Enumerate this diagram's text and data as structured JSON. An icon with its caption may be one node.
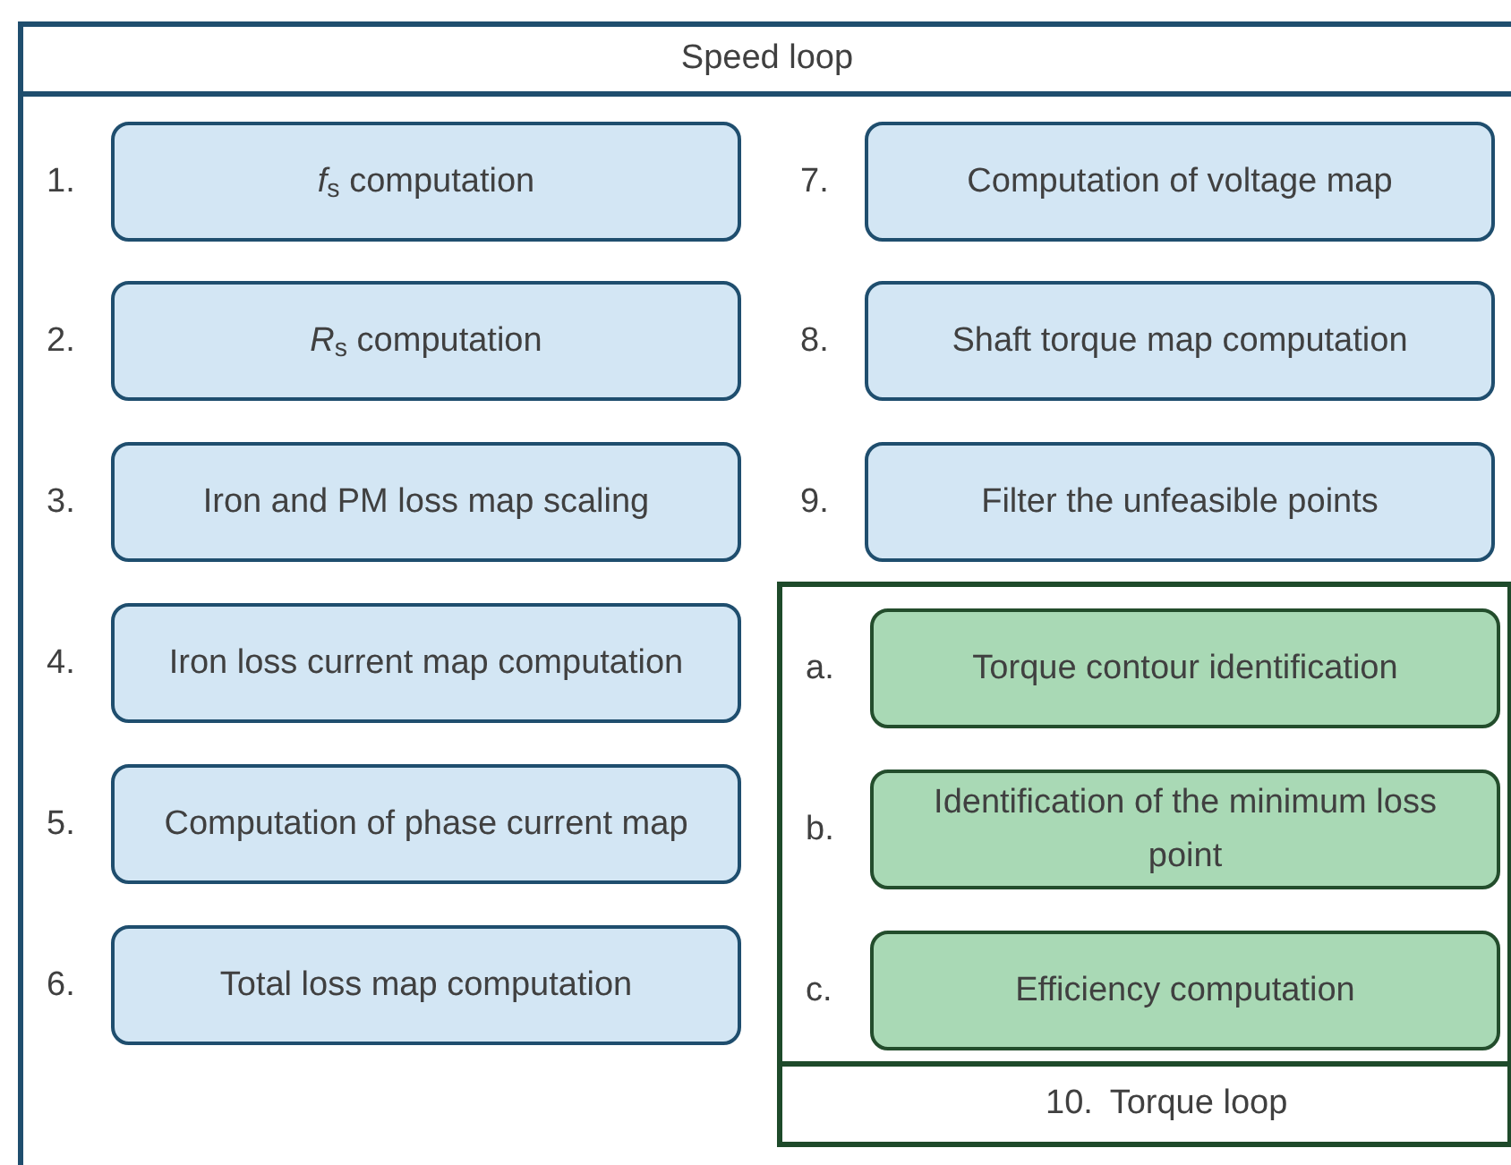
{
  "diagram": {
    "nodes": [
      {
        "text": [
          "Speed loop"
        ]
      },
      {
        "text": [
          "*f*$_{s}$ computation"
        ],
        "in": 0,
        "beside": [
          "1."
        ]
      },
      {
        "text": [
          "*R*$_{s}$ computation"
        ],
        "in": 0,
        "beside": [
          "2."
        ]
      },
      {
        "text": [
          "Iron and PM loss map scaling"
        ],
        "in": 0,
        "beside": [
          "3."
        ]
      },
      {
        "text": [
          "Iron loss current map computation"
        ],
        "in": 0,
        "beside": [
          "4."
        ]
      },
      {
        "text": [
          "Computation of phase current map"
        ],
        "in": 0,
        "beside": [
          "5."
        ]
      },
      {
        "text": [
          "Total loss map computation"
        ],
        "in": 0,
        "beside": [
          "6."
        ]
      },
      {
        "text": [
          "Computation of voltage map"
        ],
        "in": 0,
        "beside": [
          "7."
        ]
      },
      {
        "text": [
          "Shaft torque map computation"
        ],
        "in": 0,
        "beside": [
          "8."
        ]
      },
      {
        "text": [
          "Filter the unfeasible points"
        ],
        "in": 0,
        "beside": [
          "9."
        ]
      },
      {
        "text": [
          "Torque loop"
        ],
        "in": 0,
        "beside": [
          "10."
        ]
      },
      {
        "text": [
          "Torque contour identification"
        ],
        "in": 10,
        "beside": [
          "a."
        ]
      },
      {
        "text": [
          "Identification of the minimum loss point"
        ],
        "in": 10,
        "beside": [
          "b."
        ]
      },
      {
        "text": [
          "Efficiency computation"
        ],
        "in": 10,
        "beside": [
          "c."
        ]
      }
    ],
    "edges": []
  }
}
